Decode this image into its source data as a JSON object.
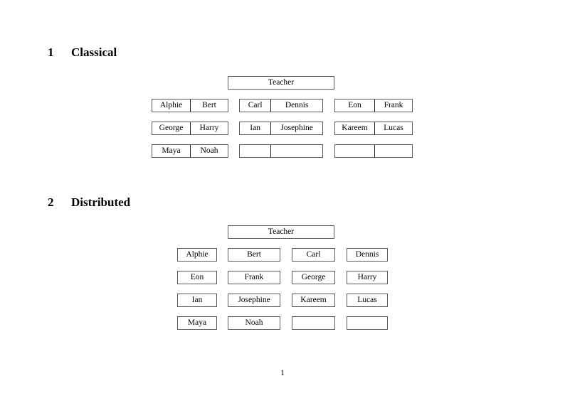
{
  "document": {
    "page_number": "1"
  },
  "sections": [
    {
      "number": "1",
      "title": "Classical",
      "teacher_label": "Teacher",
      "layout": "paired-desks",
      "groups": [
        {
          "rows": [
            {
              "seats": [
                "Alphie",
                "Bert"
              ]
            },
            {
              "seats": [
                "George",
                "Harry"
              ]
            },
            {
              "seats": [
                "Maya",
                "Noah"
              ]
            }
          ]
        },
        {
          "rows": [
            {
              "seats": [
                "Carl",
                "Dennis"
              ]
            },
            {
              "seats": [
                "Ian",
                "Josephine"
              ]
            },
            {
              "seats": [
                "",
                ""
              ]
            }
          ]
        },
        {
          "rows": [
            {
              "seats": [
                "Eon",
                "Frank"
              ]
            },
            {
              "seats": [
                "Kareem",
                "Lucas"
              ]
            },
            {
              "seats": [
                "",
                ""
              ]
            }
          ]
        }
      ]
    },
    {
      "number": "2",
      "title": "Distributed",
      "teacher_label": "Teacher",
      "layout": "single-desks",
      "rows": [
        {
          "seats": [
            "Alphie",
            "Bert",
            "Carl",
            "Dennis"
          ]
        },
        {
          "seats": [
            "Eon",
            "Frank",
            "George",
            "Harry"
          ]
        },
        {
          "seats": [
            "Ian",
            "Josephine",
            "Kareem",
            "Lucas"
          ]
        },
        {
          "seats": [
            "Maya",
            "Noah",
            "",
            ""
          ]
        }
      ]
    }
  ]
}
